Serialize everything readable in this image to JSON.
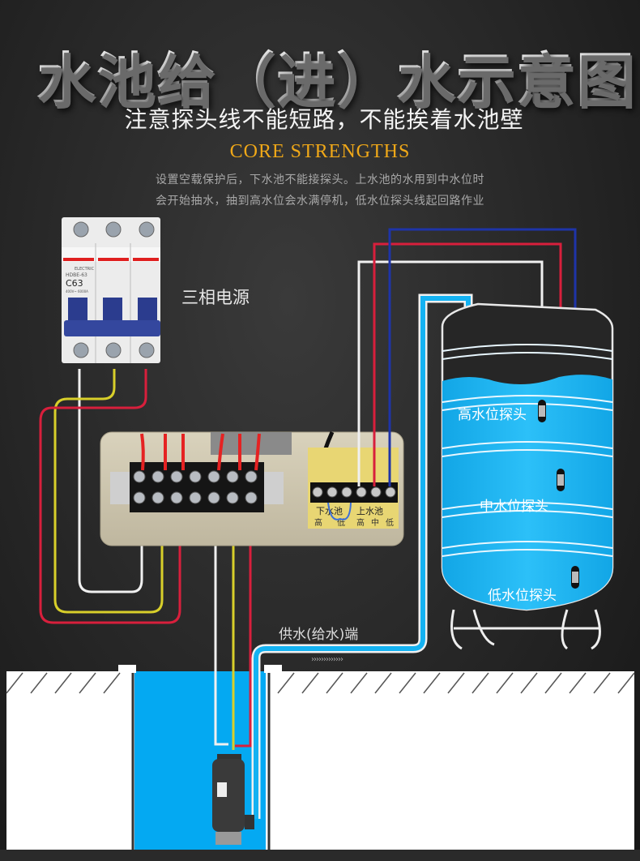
{
  "header": {
    "title": "水池给（进）水示意图",
    "subtitle": "注意探头线不能短路，不能挨着水池壁",
    "section_label": "CORE STRENGTHS",
    "description_line1": "设置空载保护后，下水池不能接探头。上水池的水用到中水位时",
    "description_line2": "会开始抽水，抽到高水位会水满停机，低水位探头线起回路作业"
  },
  "breaker": {
    "brand": "ELECTRIC",
    "model": "HDBE-63",
    "rating": "C63",
    "spec": "400V~ 6000A",
    "caption": "三相电源"
  },
  "control_box": {
    "lower_pool_label": "下水池",
    "upper_pool_label": "上水池",
    "lower_levels": [
      "高",
      "低"
    ],
    "upper_levels": [
      "高",
      "中",
      "低"
    ]
  },
  "tank": {
    "probe_high": "高水位探头",
    "probe_mid": "中水位探头",
    "probe_low": "低水位探头"
  },
  "supply_label": "供水(给水)端",
  "flow_arrows": "›››››››››››››",
  "colors": {
    "water": "#19b1f0",
    "wire_red": "#d81f3c",
    "wire_yellow": "#d8cf2a",
    "wire_white": "#f2f2f2",
    "wire_blue": "#1e34a8",
    "accent_gold": "#f0a818"
  }
}
